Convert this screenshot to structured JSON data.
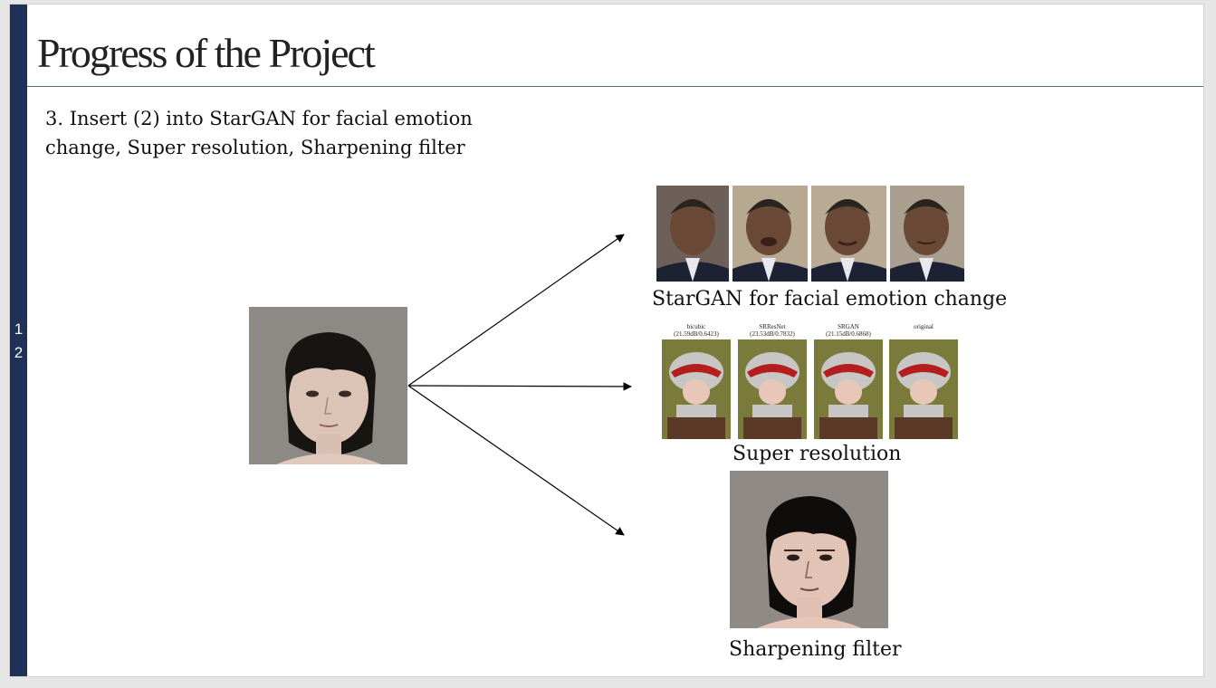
{
  "slide": {
    "number_line1": "1",
    "number_line2": "2",
    "title": "Progress of the Project",
    "body_text": "3. Insert (2) into StarGAN for facial emotion change, Super resolution, Sharpening filter"
  },
  "outputs": {
    "stargan": {
      "caption": "StarGAN for facial emotion change"
    },
    "super_resolution": {
      "caption": "Super resolution",
      "panels": [
        {
          "label": "bicubic",
          "score": "(21.59dB/0.6423)"
        },
        {
          "label": "SRResNet",
          "score": "(23.53dB/0.7832)"
        },
        {
          "label": "SRGAN",
          "score": "(21.15dB/0.6868)"
        },
        {
          "label": "original",
          "score": ""
        }
      ]
    },
    "sharpening": {
      "caption": "Sharpening filter"
    }
  },
  "colors": {
    "sidebar": "#1f3159",
    "title_rule": "#5a6e7a",
    "photo_background": "#8a8682",
    "hair": "#161412",
    "skin": "#e3cbbd"
  }
}
